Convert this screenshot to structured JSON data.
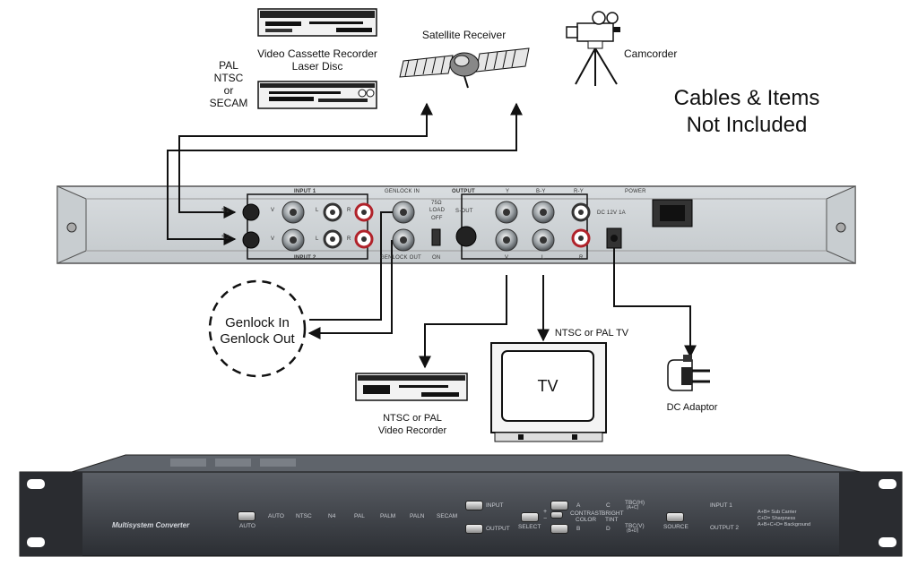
{
  "labels": {
    "vcr": "Video Cassette Recorder",
    "laser_disc": "Laser Disc",
    "standards": [
      "PAL",
      "NTSC",
      "or",
      "SECAM"
    ],
    "satellite": "Satellite Receiver",
    "camcorder": "Camcorder",
    "notice_line1": "Cables & Items",
    "notice_line2": "Not Included",
    "genlock_in": "Genlock In",
    "genlock_out": "Genlock Out",
    "tv_caption": "NTSC or PAL TV",
    "tv_screen": "TV",
    "recorder_line1": "NTSC or PAL",
    "recorder_line2": "Video Recorder",
    "dc_adaptor": "DC Adaptor"
  },
  "rear_panel": {
    "input1": "INPUT 1",
    "input2": "INPUT 2",
    "s1": "S1",
    "s2": "S2",
    "v": "V",
    "l": "L",
    "r": "R",
    "genlock_in": "GENLOCK IN",
    "genlock_out": "GENLOCK OUT",
    "load": "75Ω",
    "load2": "LOAD",
    "off": "OFF",
    "on": "ON",
    "output": "OUTPUT",
    "s_out": "S-OUT",
    "y": "Y",
    "b_y": "B-Y",
    "r_y": "R-Y",
    "dc": "DC 12V 1A",
    "power": "POWER"
  },
  "front_panel": {
    "brand": "Multisystem Converter",
    "auto_btn": "AUTO",
    "leds": [
      "AUTO",
      "NTSC",
      "N4",
      "PAL",
      "PALM",
      "PALN",
      "SECAM"
    ],
    "input": "INPUT",
    "output": "OUTPUT",
    "select": "SELECT",
    "a": "A",
    "c": "C",
    "b": "B",
    "d": "D",
    "tbc_h": "TBC(H)",
    "tbc_h2": "(A+C)",
    "tbc_v": "TBC(V)",
    "tbc_v2": "(B+D)",
    "contrast": "CONTRAST",
    "bright": "BRIGHT",
    "color": "COLOR",
    "tint": "TINT",
    "plus": "+",
    "minus": "−",
    "source": "SOURCE",
    "input1": "INPUT 1",
    "output2": "OUTPUT 2",
    "legend": [
      "A+B= Sub Carrier",
      "C+D= Sharpness",
      "A+B+C+D= Background"
    ]
  }
}
